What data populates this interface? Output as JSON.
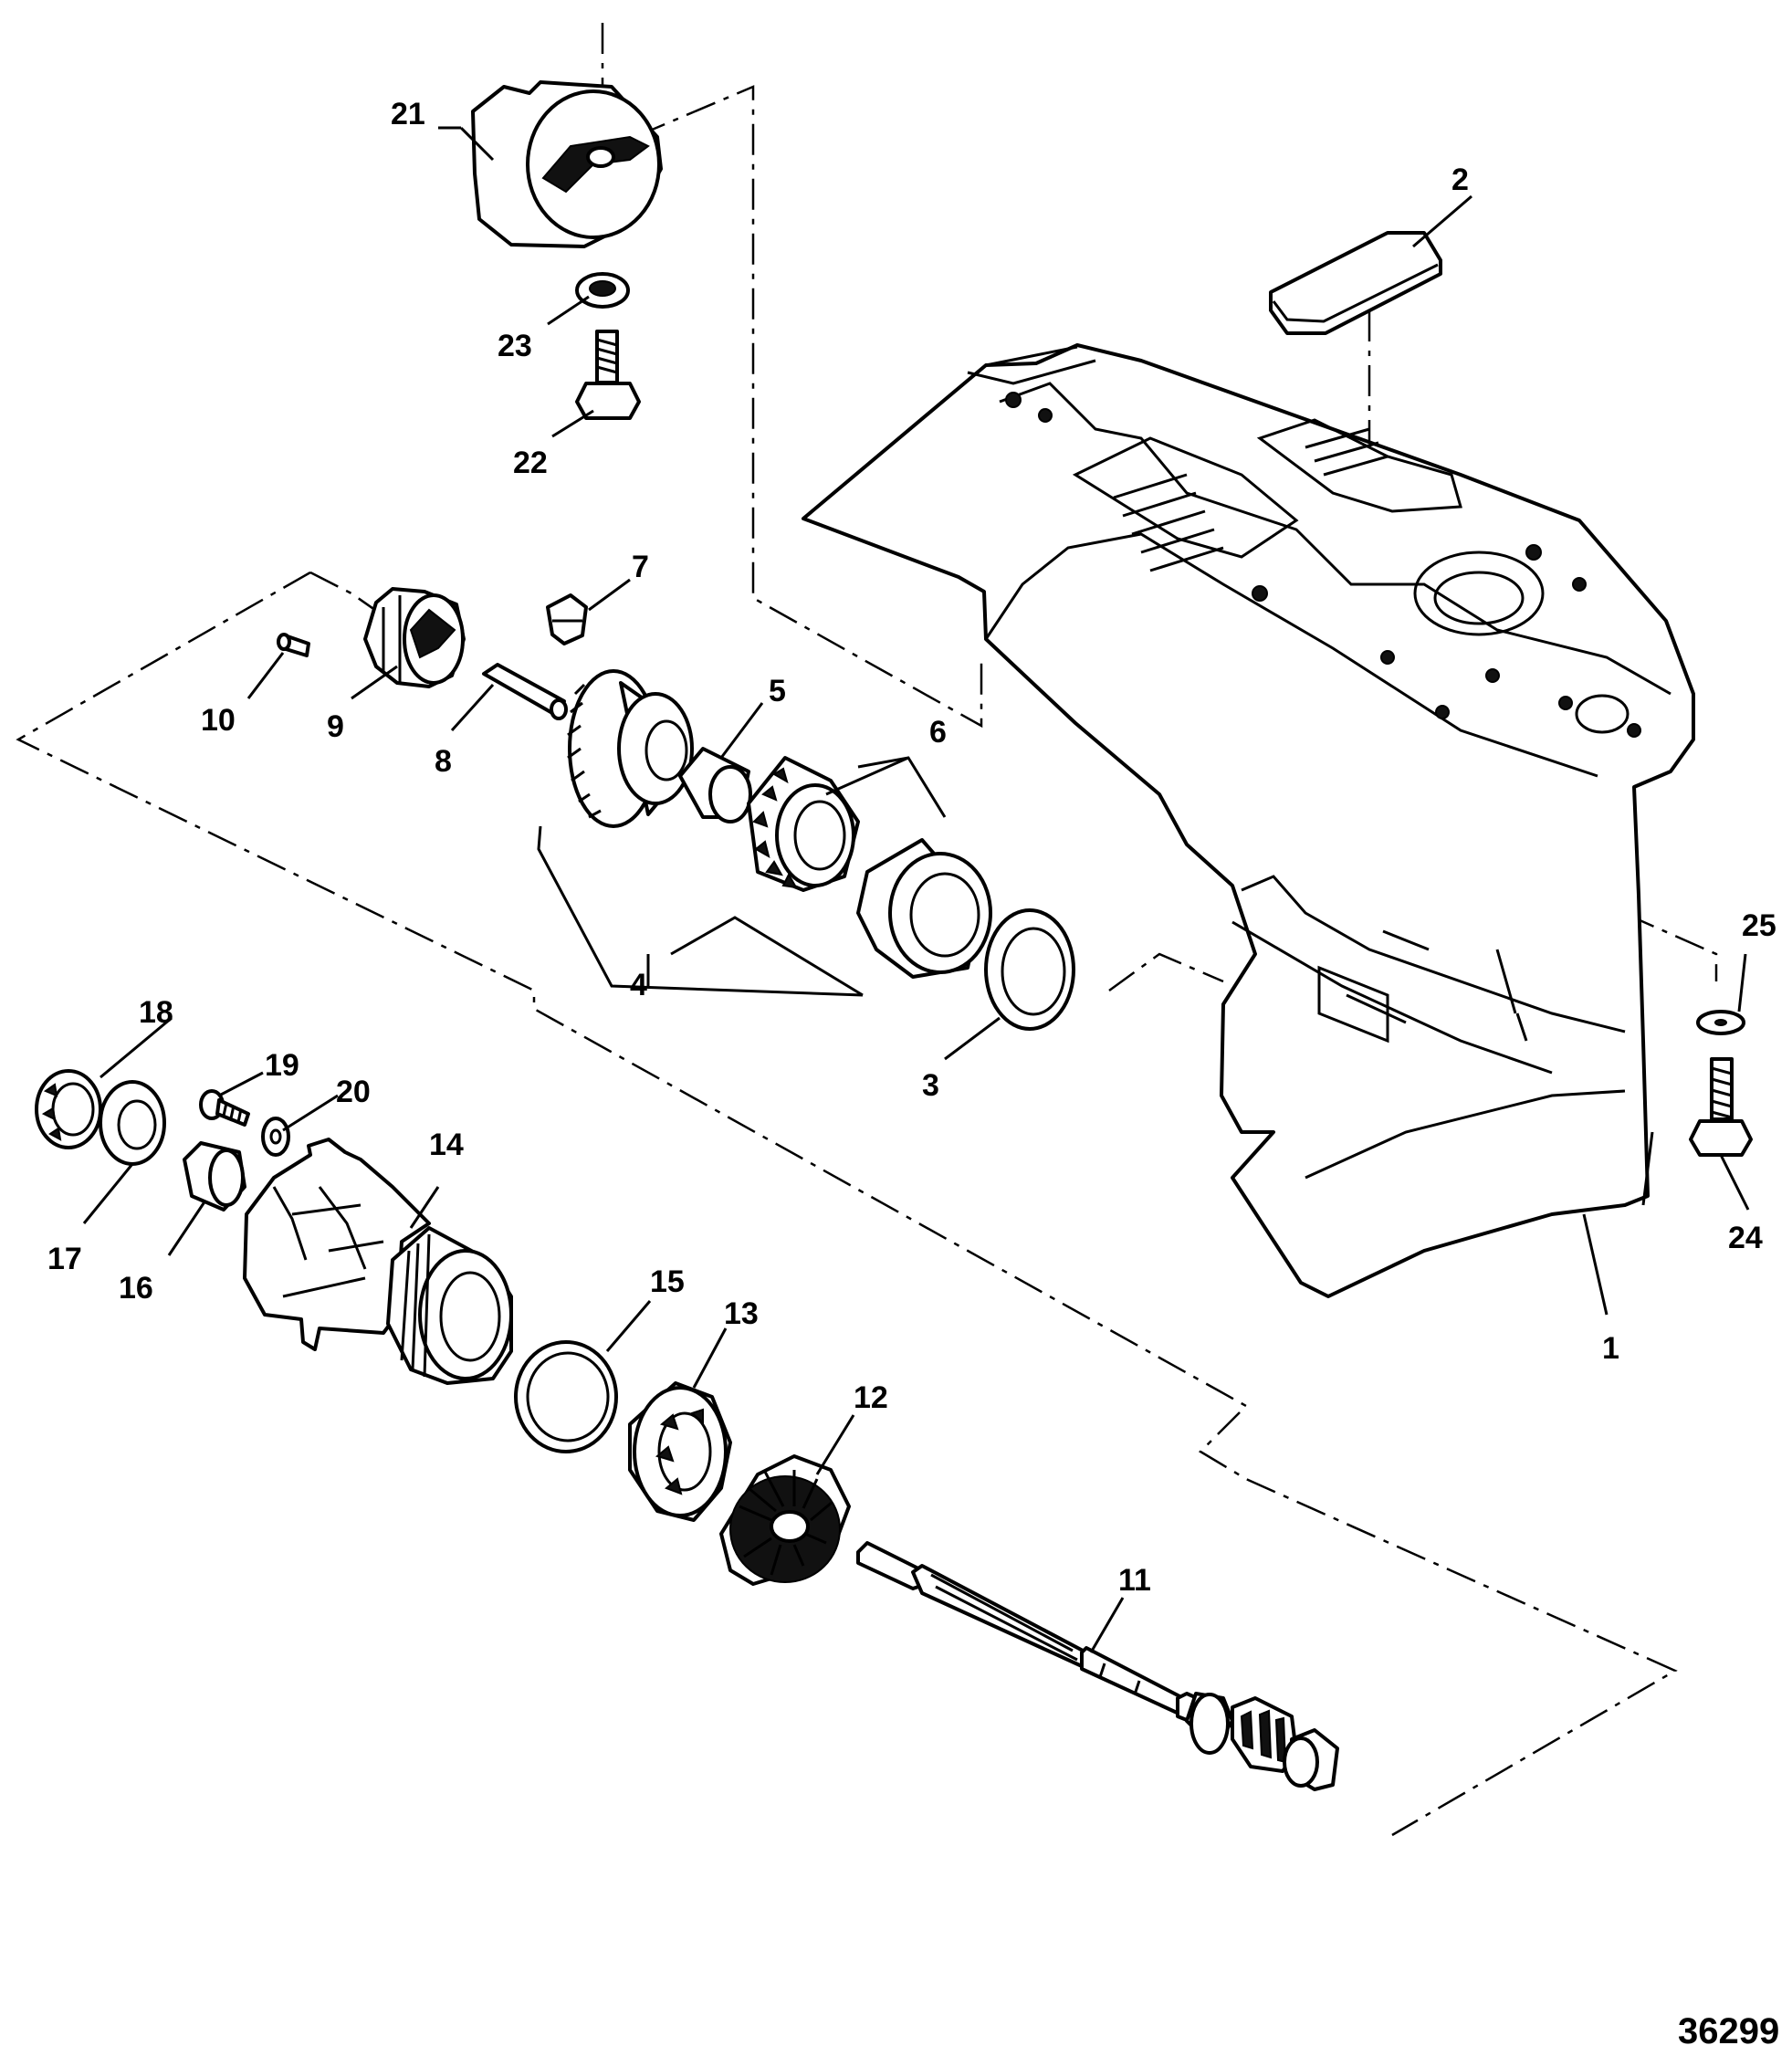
{
  "diagram": {
    "reference_number": "36299",
    "callouts": [
      "1",
      "2",
      "3",
      "4",
      "5",
      "6",
      "7",
      "8",
      "9",
      "10",
      "11",
      "12",
      "13",
      "14",
      "15",
      "16",
      "17",
      "18",
      "19",
      "20",
      "21",
      "22",
      "23",
      "24",
      "25"
    ]
  },
  "colors": {
    "line": "#000000",
    "background": "#ffffff"
  }
}
